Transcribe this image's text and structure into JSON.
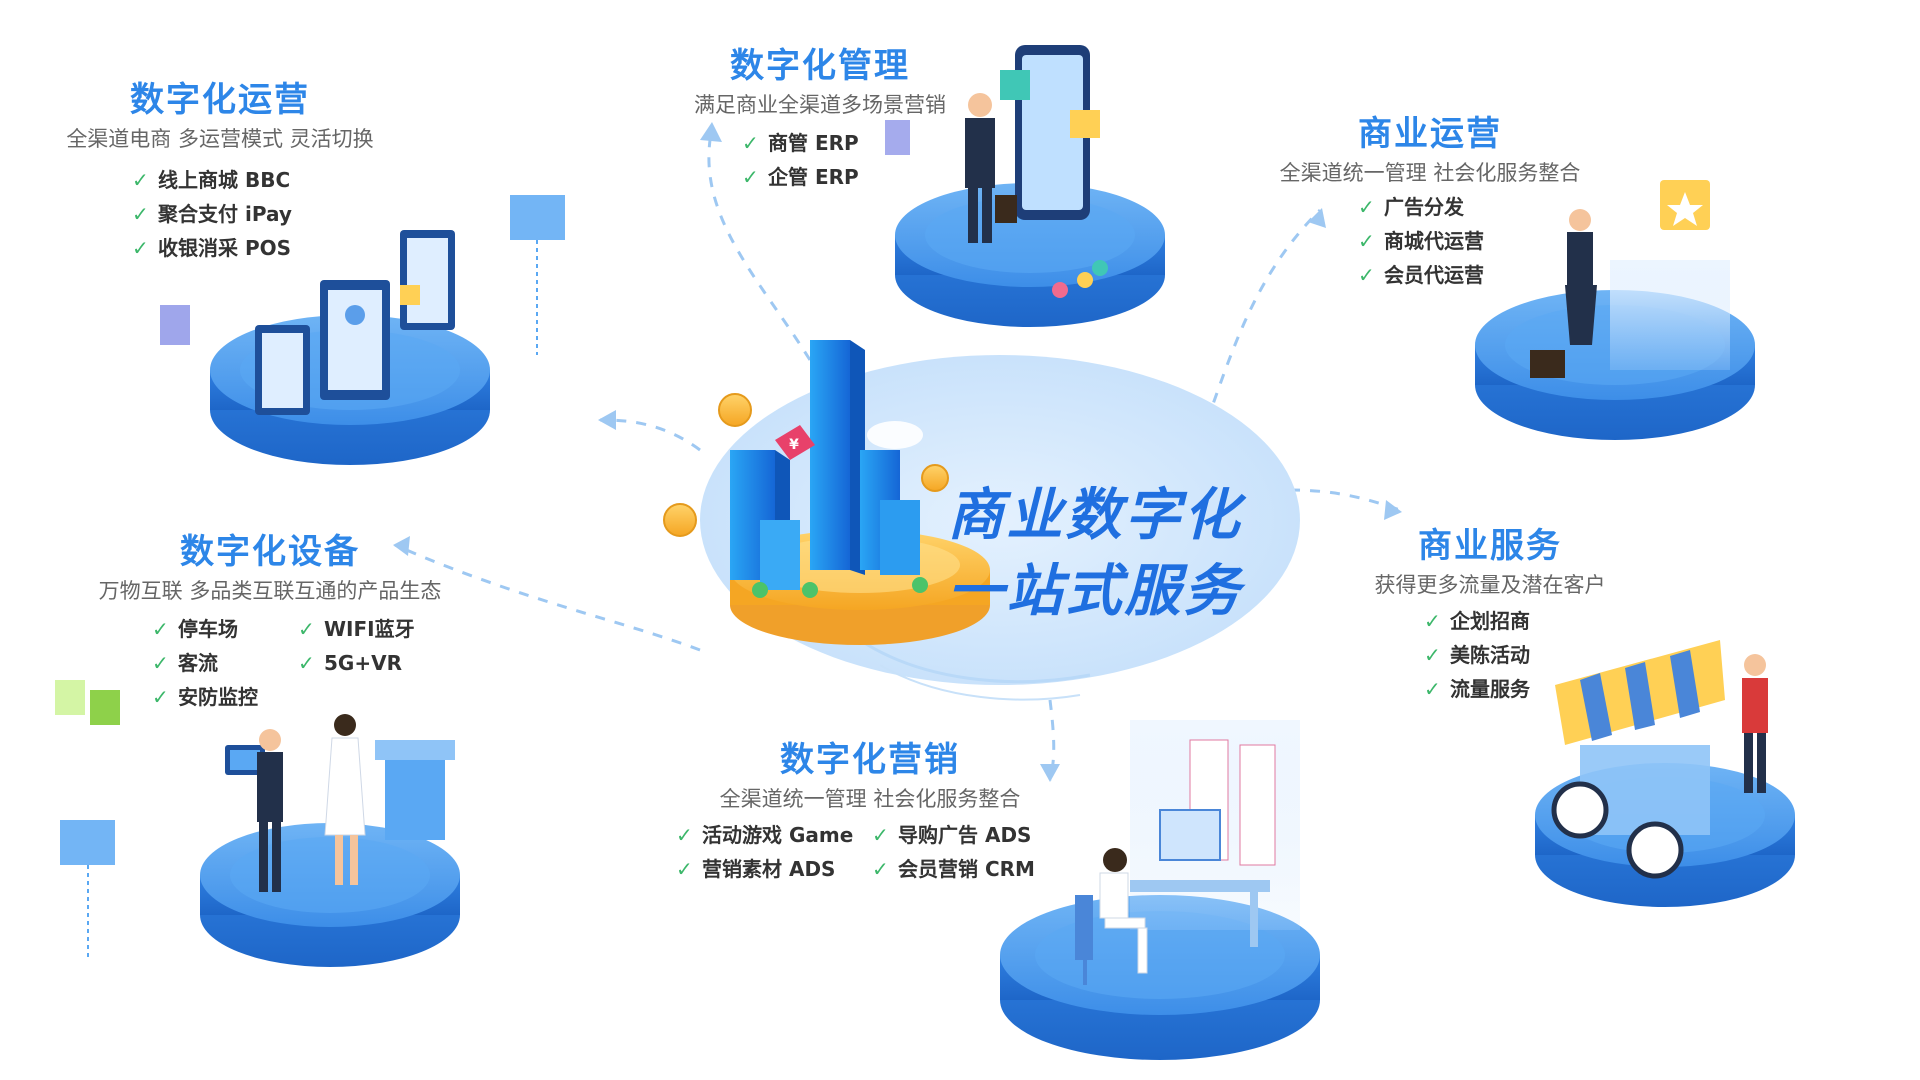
{
  "center": {
    "line1": "商业数字化",
    "line2": "一站式服务"
  },
  "modules": {
    "digital_ops": {
      "title": "数字化运营",
      "subtitle": "全渠道电商  多运营模式  灵活切换",
      "features": [
        "线上商城 BBC",
        "聚合支付 iPay",
        "收银消采 POS"
      ]
    },
    "digital_mgmt": {
      "title": "数字化管理",
      "subtitle": "满足商业全渠道多场景营销",
      "features": [
        "商管 ERP",
        "企管 ERP"
      ]
    },
    "biz_ops": {
      "title": "商业运营",
      "subtitle": "全渠道统一管理  社会化服务整合",
      "features": [
        "广告分发",
        "商城代运营",
        "会员代运营"
      ]
    },
    "digital_device": {
      "title": "数字化设备",
      "subtitle": "万物互联  多品类互联互通的产品生态",
      "features_left": [
        "停车场",
        "客流",
        "安防监控"
      ],
      "features_right": [
        "WIFI蓝牙",
        "5G+VR"
      ]
    },
    "biz_service": {
      "title": "商业服务",
      "subtitle": "获得更多流量及潜在客户",
      "features": [
        "企划招商",
        "美陈活动",
        "流量服务"
      ]
    },
    "digital_marketing": {
      "title": "数字化营销",
      "subtitle": "全渠道统一管理  社会化服务整合",
      "features_left": [
        "活动游戏 Game",
        "营销素材 ADS"
      ],
      "features_right": [
        "导购广告 ADS",
        "会员营销 CRM"
      ]
    }
  },
  "colors": {
    "accent": "#2d86e8",
    "center_text": "#1f6fe0",
    "check": "#3cb76a",
    "platform_top": "#4f9ff0",
    "platform_side": "#2f7fe0",
    "center_ellipse": "#d6eafd"
  },
  "icons": [
    "check-icon",
    "building-icon",
    "coin-icon",
    "phone-icon",
    "person-icon",
    "cart-icon",
    "monitor-icon",
    "tablet-icon"
  ]
}
